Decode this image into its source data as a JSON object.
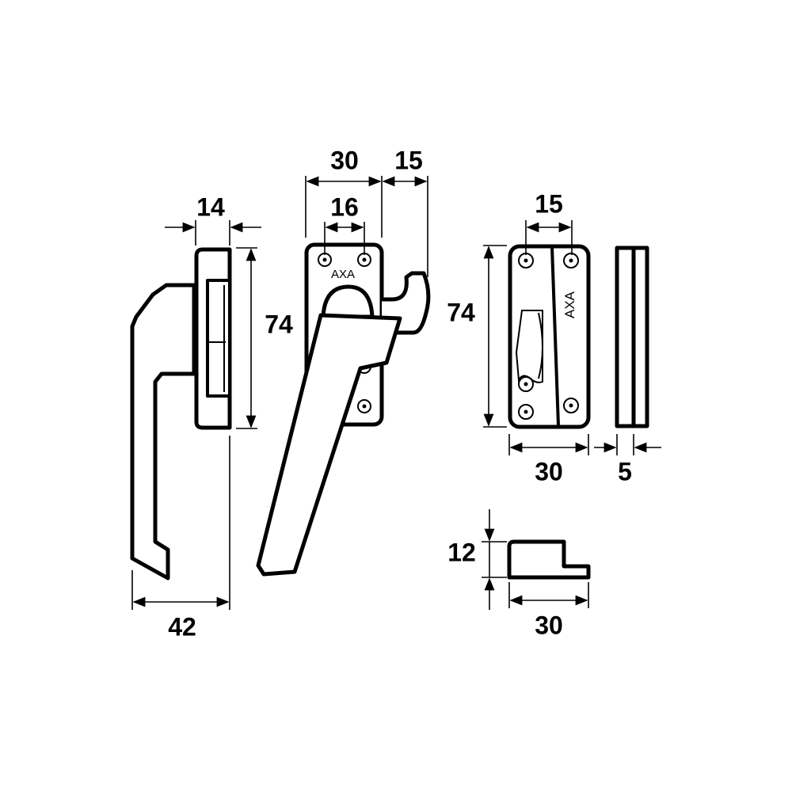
{
  "dimensions": {
    "side_handle_width": "14",
    "side_handle_height": "74",
    "side_handle_projection": "42",
    "front_plate_width": "30",
    "hook_offset": "15",
    "screw_spacing": "16",
    "keeper_height": "74",
    "keeper_screw_spacing": "15",
    "keeper_width": "30",
    "keeper_thickness": "5",
    "wedge_height": "12",
    "wedge_width": "30"
  },
  "brand": "AXA",
  "colors": {
    "ink": "#000000",
    "background": "#ffffff"
  }
}
